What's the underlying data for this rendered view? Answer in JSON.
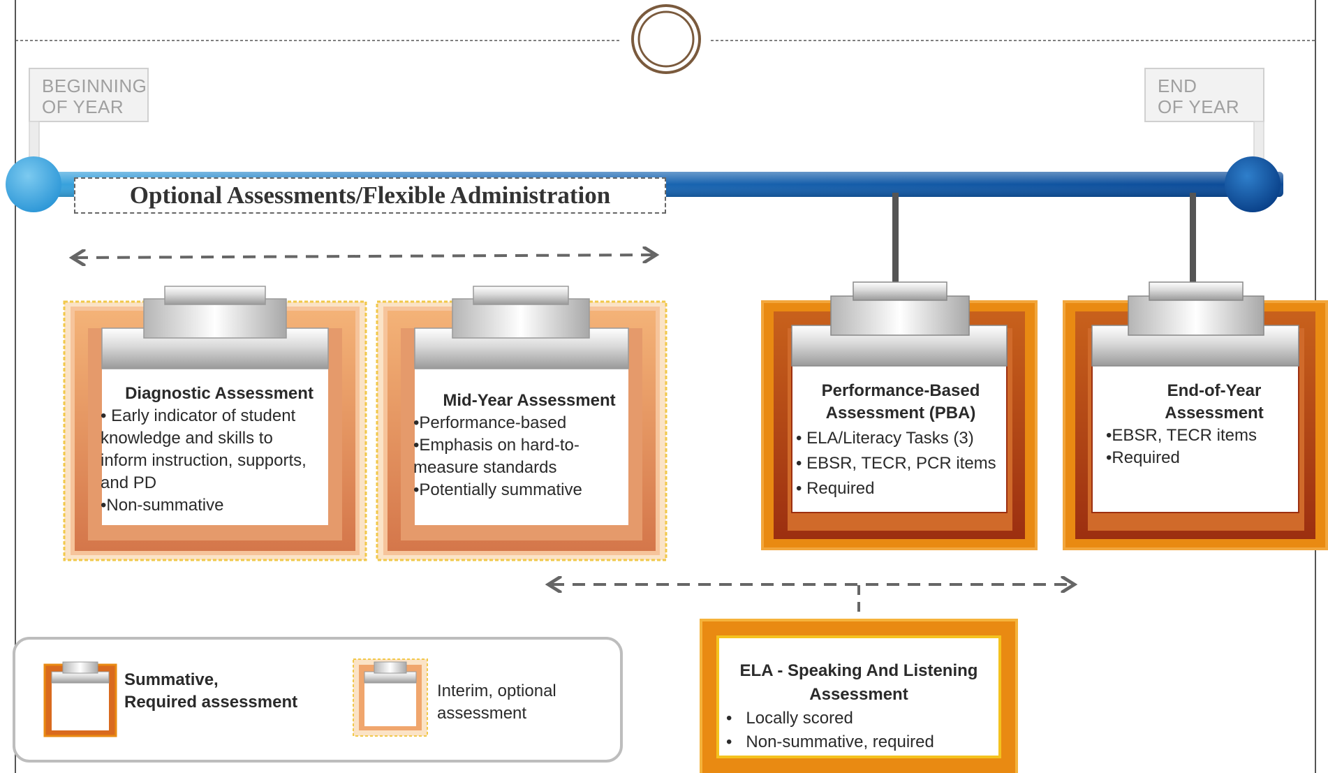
{
  "timeline": {
    "start_label": [
      "BEGINNING",
      "OF YEAR"
    ],
    "end_label": [
      "END",
      "OF YEAR"
    ],
    "banner": "Optional Assessments/Flexible Administration"
  },
  "cards": {
    "diagnostic": {
      "title": "Diagnostic Assessment",
      "lines": [
        "• Early indicator of student",
        "knowledge and skills to",
        "inform instruction, supports,",
        "and PD",
        "•Non-summative"
      ]
    },
    "midyear": {
      "title": "Mid-Year Assessment",
      "lines": [
        "•Performance-based",
        "•Emphasis on hard-to-",
        "measure standards",
        "•Potentially  summative"
      ]
    },
    "pba": {
      "title_lines": [
        "Performance-Based",
        "Assessment (PBA)"
      ],
      "lines": [
        "• ELA/Literacy Tasks (3)",
        "• EBSR, TECR, PCR items",
        "• Required"
      ]
    },
    "eoy": {
      "title_lines": [
        "End-of-Year",
        "Assessment"
      ],
      "lines": [
        "•EBSR, TECR items",
        "•Required"
      ]
    },
    "speaking": {
      "title_lines": [
        "ELA - Speaking And Listening",
        "Assessment"
      ],
      "lines": [
        "•   Locally scored",
        "•   Non-summative, required"
      ]
    }
  },
  "legend": {
    "summative": [
      "Summative,",
      "Required assessment"
    ],
    "interim": [
      "Interim, optional",
      "assessment"
    ]
  },
  "colors": {
    "timeline_start": "#3aa6df",
    "timeline_end": "#0b4a97",
    "summative_outer": "#e98a12",
    "summative_inner": "#b33f12",
    "interim_outer": "#f9c98a",
    "interim_inner": "#d98553"
  }
}
